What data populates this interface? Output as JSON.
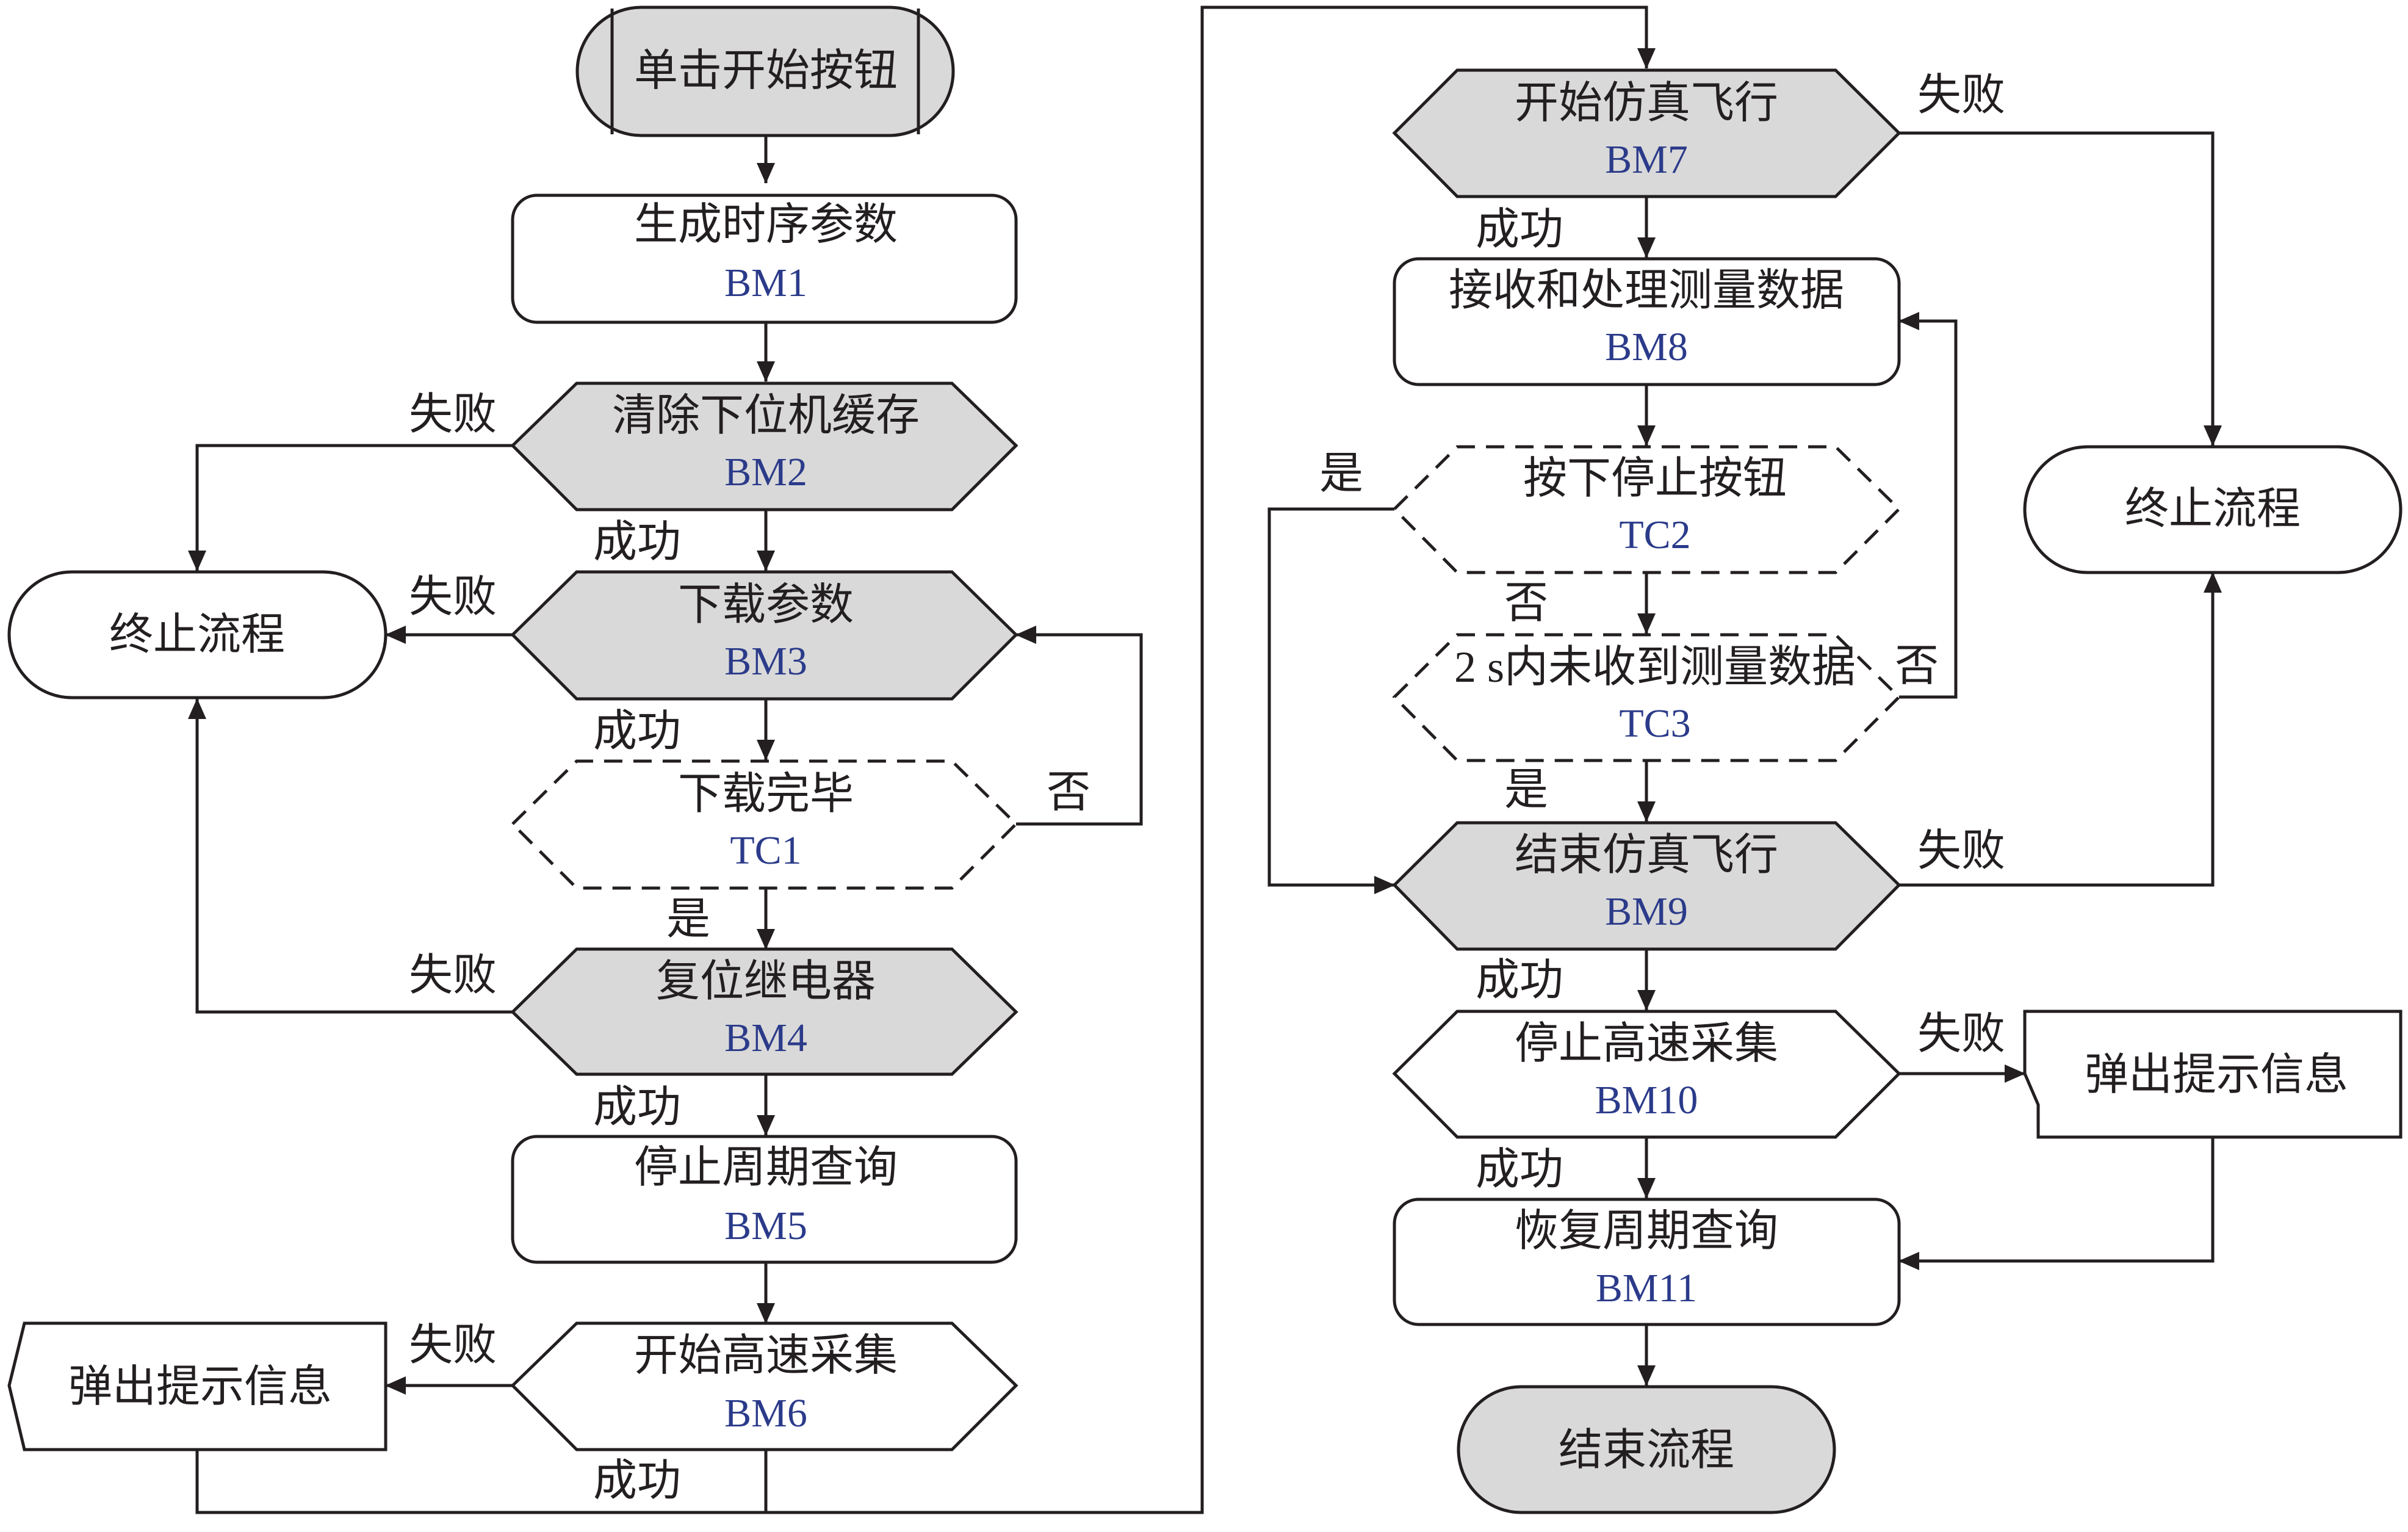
{
  "colors": {
    "stroke": "#231f20",
    "gray_fill": "#d9d9d9",
    "code_text": "#2b3b8a",
    "label_text": "#231f20"
  },
  "nodes": {
    "start": {
      "label": "单击开始按钮"
    },
    "bm1": {
      "label": "生成时序参数",
      "code": "BM1"
    },
    "bm2": {
      "label": "清除下位机缓存",
      "code": "BM2"
    },
    "bm3": {
      "label": "下载参数",
      "code": "BM3"
    },
    "tc1": {
      "label": "下载完毕",
      "code": "TC1"
    },
    "bm4": {
      "label": "复位继电器",
      "code": "BM4"
    },
    "bm5": {
      "label": "停止周期查询",
      "code": "BM5"
    },
    "bm6": {
      "label": "开始高速采集",
      "code": "BM6"
    },
    "term_left": {
      "label": "终止流程"
    },
    "popup_left": {
      "label": "弹出提示信息"
    },
    "bm7": {
      "label": "开始仿真飞行",
      "code": "BM7"
    },
    "bm8": {
      "label": "接收和处理测量数据",
      "code": "BM8"
    },
    "tc2": {
      "label": "按下停止按钮",
      "code": "TC2"
    },
    "tc3": {
      "label": "2 s内未收到测量数据",
      "code": "TC3"
    },
    "bm9": {
      "label": "结束仿真飞行",
      "code": "BM9"
    },
    "bm10": {
      "label": "停止高速采集",
      "code": "BM10"
    },
    "bm11": {
      "label": "恢复周期查询",
      "code": "BM11"
    },
    "end": {
      "label": "结束流程"
    },
    "term_right": {
      "label": "终止流程"
    },
    "popup_right": {
      "label": "弹出提示信息"
    }
  },
  "edge_labels": {
    "bm2_fail": "失败",
    "bm2_success": "成功",
    "bm3_fail": "失败",
    "bm3_success": "成功",
    "tc1_no": "否",
    "tc1_yes": "是",
    "bm4_fail": "失败",
    "bm4_success": "成功",
    "bm6_fail": "失败",
    "bm6_success": "成功",
    "bm7_fail": "失败",
    "bm7_success": "成功",
    "tc2_yes": "是",
    "tc2_no": "否",
    "tc3_no": "否",
    "tc3_yes": "是",
    "bm9_fail": "失败",
    "bm9_success": "成功",
    "bm10_fail": "失败",
    "bm10_success": "成功"
  }
}
